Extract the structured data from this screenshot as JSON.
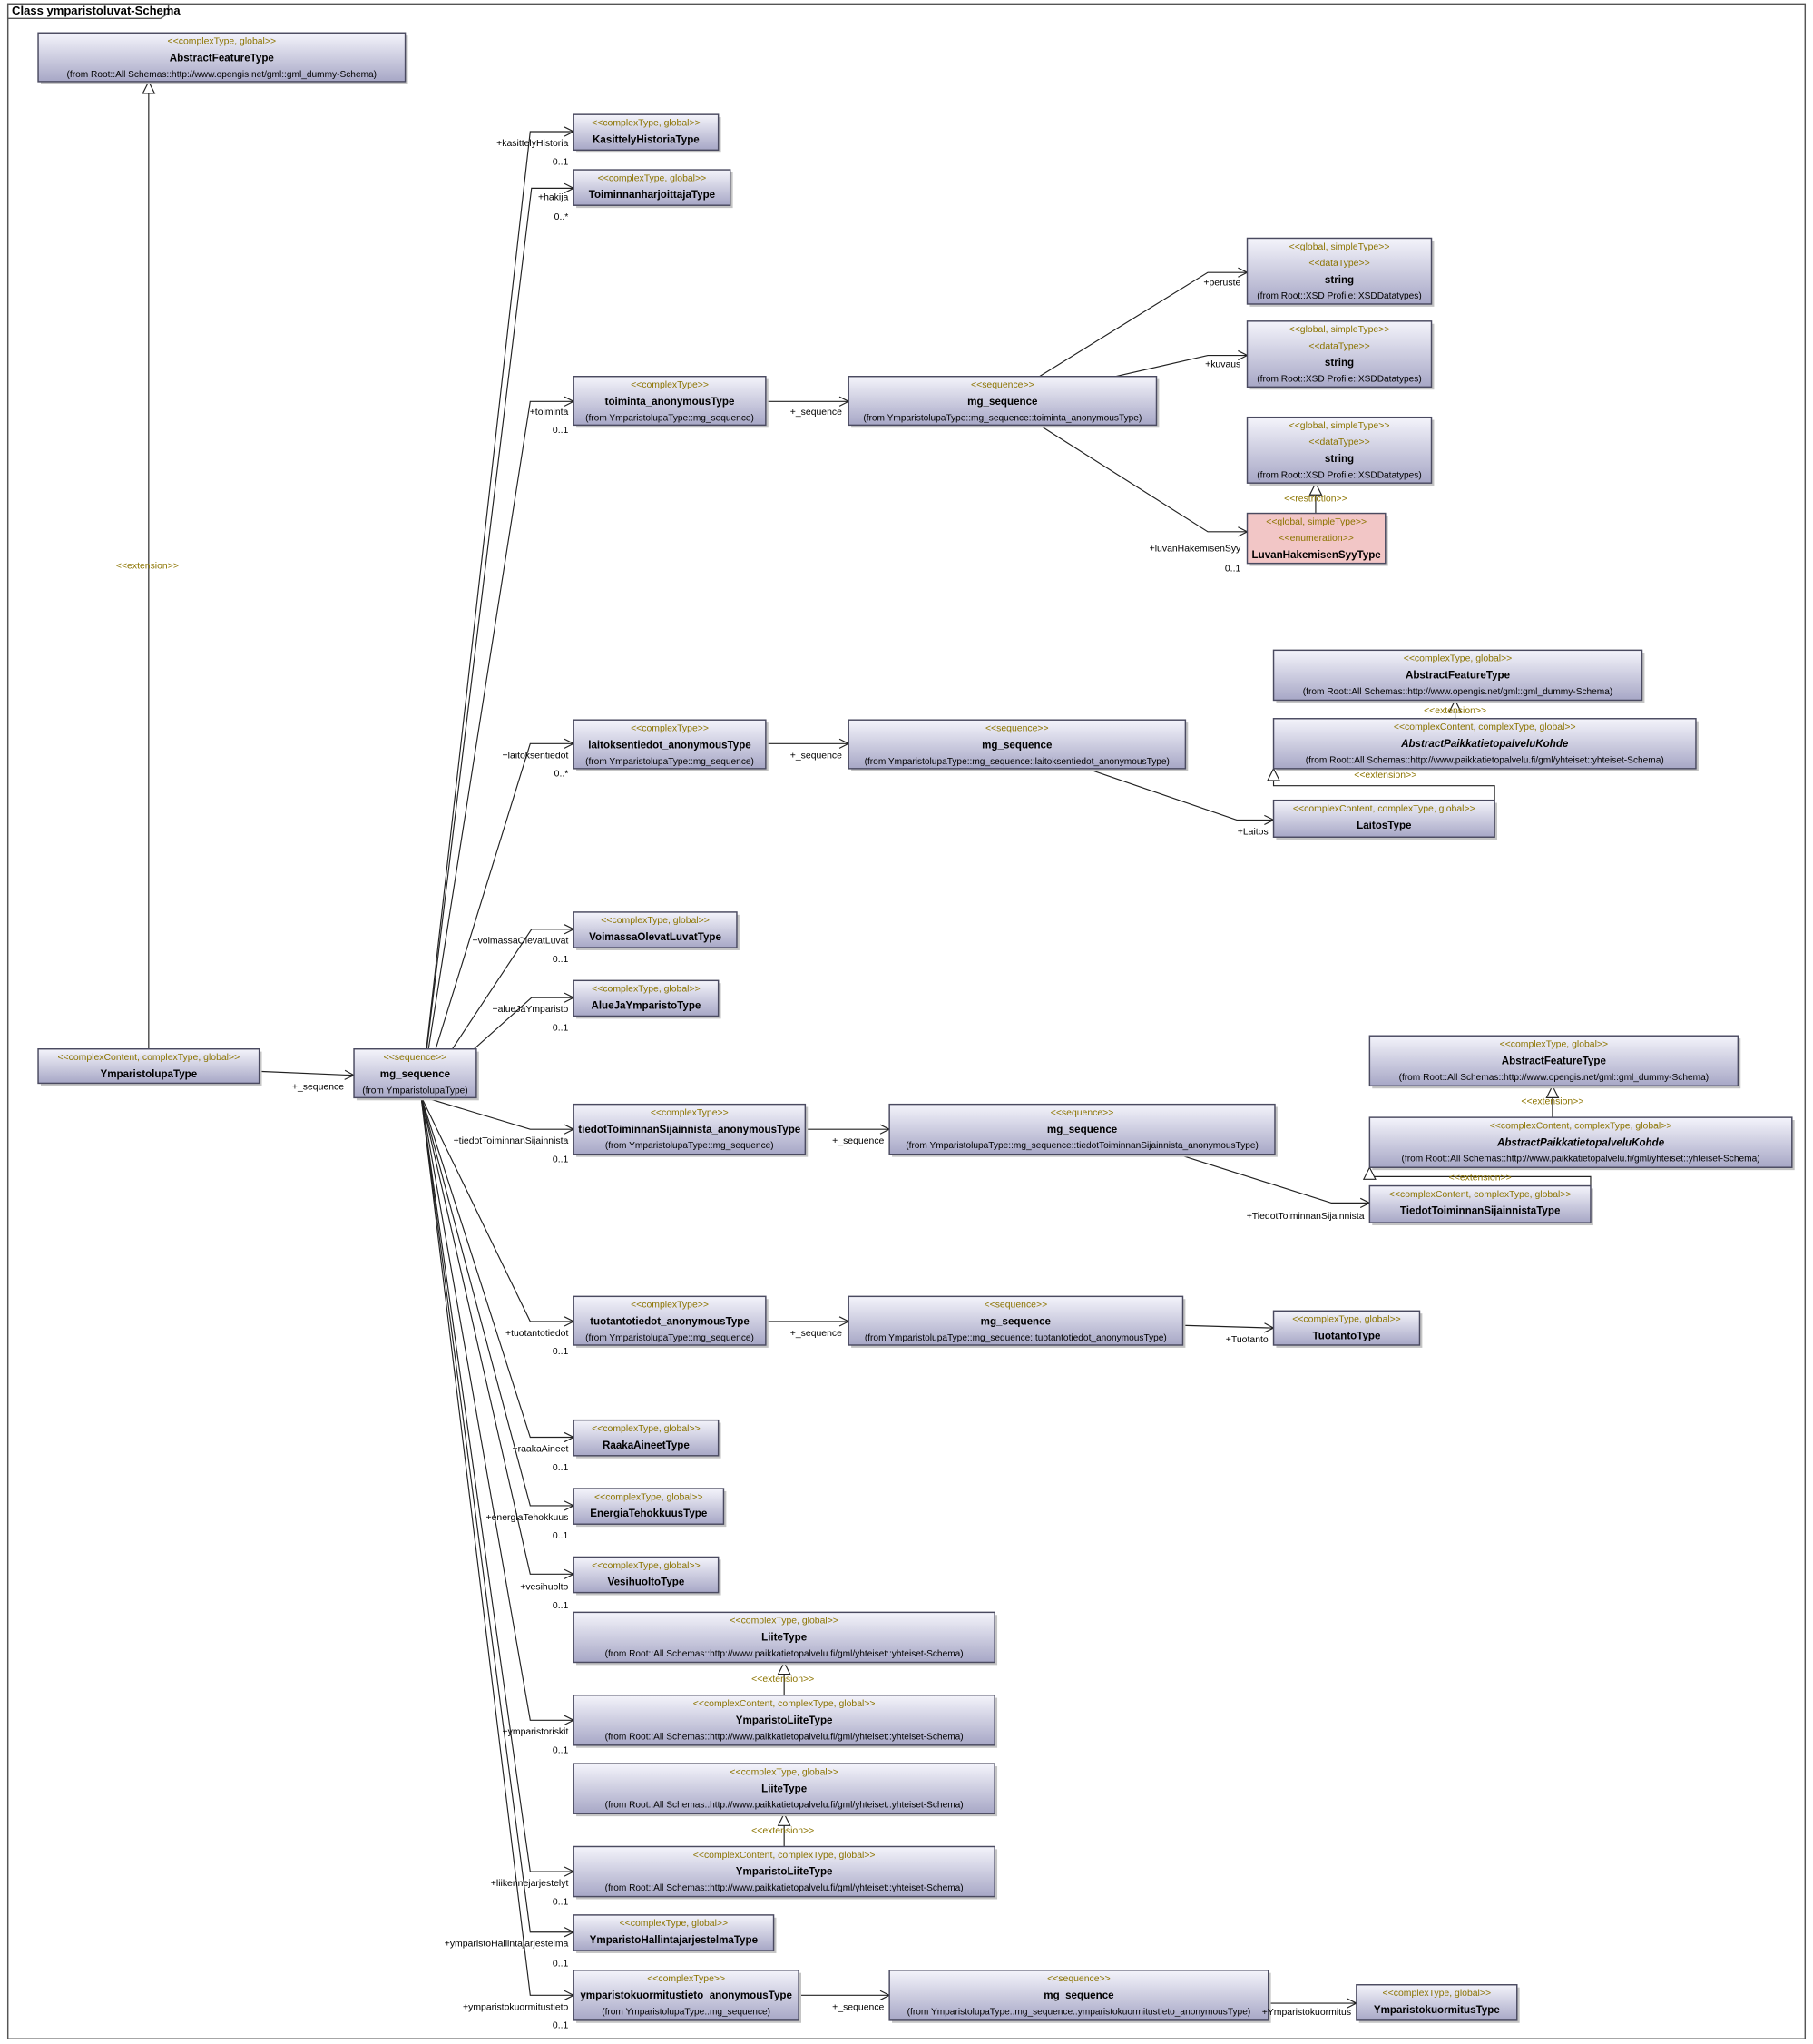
{
  "frame_title": "Class ymparistoluvat-Schema",
  "colors": {
    "box_top": "#f4f4fb",
    "box_bottom": "#a7a7c6",
    "enum_fill": "#f2c6c6",
    "stereo": "#8c7400"
  },
  "classes": [
    {
      "id": "aft_top",
      "stereo": [
        "<<complexType, global>>"
      ],
      "name": "AbstractFeatureType",
      "from": "(from Root::All Schemas::http://www.opengis.net/gml::gml_dummy-Schema)"
    },
    {
      "id": "ypl",
      "stereo": [
        "<<complexContent, complexType, global>>"
      ],
      "name": "YmparistolupaType",
      "from": ""
    },
    {
      "id": "mg_root",
      "stereo": [
        "<<sequence>>"
      ],
      "name": "mg_sequence",
      "from": "(from YmparistolupaType)"
    },
    {
      "id": "kht",
      "stereo": [
        "<<complexType, global>>"
      ],
      "name": "KasittelyHistoriaType",
      "from": ""
    },
    {
      "id": "tht",
      "stereo": [
        "<<complexType, global>>"
      ],
      "name": "ToiminnanharjoittajaType",
      "from": ""
    },
    {
      "id": "toim",
      "stereo": [
        "<<complexType>>"
      ],
      "name": "toiminta_anonymousType",
      "from": "(from YmparistolupaType::mg_sequence)"
    },
    {
      "id": "mg_toim",
      "stereo": [
        "<<sequence>>"
      ],
      "name": "mg_sequence",
      "from": "(from YmparistolupaType::mg_sequence::toiminta_anonymousType)"
    },
    {
      "id": "str1",
      "stereo": [
        "<<global, simpleType>>",
        "<<dataType>>"
      ],
      "name": "string",
      "from": "(from Root::XSD Profile::XSDDatatypes)"
    },
    {
      "id": "str2",
      "stereo": [
        "<<global, simpleType>>",
        "<<dataType>>"
      ],
      "name": "string",
      "from": "(from Root::XSD Profile::XSDDatatypes)"
    },
    {
      "id": "str3",
      "stereo": [
        "<<global, simpleType>>",
        "<<dataType>>"
      ],
      "name": "string",
      "from": "(from Root::XSD Profile::XSDDatatypes)"
    },
    {
      "id": "lhs",
      "stereo": [
        "<<global, simpleType>>",
        "<<enumeration>>"
      ],
      "name": "LuvanHakemisenSyyType",
      "from": "",
      "enum": true
    },
    {
      "id": "lait",
      "stereo": [
        "<<complexType>>"
      ],
      "name": "laitoksentiedot_anonymousType",
      "from": "(from YmparistolupaType::mg_sequence)"
    },
    {
      "id": "mg_lait",
      "stereo": [
        "<<sequence>>"
      ],
      "name": "mg_sequence",
      "from": "(from YmparistolupaType::mg_sequence::laitoksentiedot_anonymousType)"
    },
    {
      "id": "aft_2",
      "stereo": [
        "<<complexType, global>>"
      ],
      "name": "AbstractFeatureType",
      "from": "(from Root::All Schemas::http://www.opengis.net/gml::gml_dummy-Schema)"
    },
    {
      "id": "apk_1",
      "stereo": [
        "<<complexContent, complexType, global>>"
      ],
      "name": "AbstractPaikkatietopalveluKohde",
      "from": "(from Root::All Schemas::http://www.paikkatietopalvelu.fi/gml/yhteiset::yhteiset-Schema)",
      "abstract": true
    },
    {
      "id": "laitos",
      "stereo": [
        "<<complexContent, complexType, global>>"
      ],
      "name": "LaitosType",
      "from": ""
    },
    {
      "id": "vol",
      "stereo": [
        "<<complexType, global>>"
      ],
      "name": "VoimassaOlevatLuvatType",
      "from": ""
    },
    {
      "id": "ajy",
      "stereo": [
        "<<complexType, global>>"
      ],
      "name": "AlueJaYmparistoType",
      "from": ""
    },
    {
      "id": "tts",
      "stereo": [
        "<<complexType>>"
      ],
      "name": "tiedotToiminnanSijainnista_anonymousType",
      "from": "(from YmparistolupaType::mg_sequence)"
    },
    {
      "id": "mg_tts",
      "stereo": [
        "<<sequence>>"
      ],
      "name": "mg_sequence",
      "from": "(from YmparistolupaType::mg_sequence::tiedotToiminnanSijainnista_anonymousType)"
    },
    {
      "id": "aft_3",
      "stereo": [
        "<<complexType, global>>"
      ],
      "name": "AbstractFeatureType",
      "from": "(from Root::All Schemas::http://www.opengis.net/gml::gml_dummy-Schema)"
    },
    {
      "id": "apk_2",
      "stereo": [
        "<<complexContent, complexType, global>>"
      ],
      "name": "AbstractPaikkatietopalveluKohde",
      "from": "(from Root::All Schemas::http://www.paikkatietopalvelu.fi/gml/yhteiset::yhteiset-Schema)",
      "abstract": true
    },
    {
      "id": "ttst",
      "stereo": [
        "<<complexContent, complexType, global>>"
      ],
      "name": "TiedotToiminnanSijainnistaType",
      "from": ""
    },
    {
      "id": "tuot",
      "stereo": [
        "<<complexType>>"
      ],
      "name": "tuotantotiedot_anonymousType",
      "from": "(from YmparistolupaType::mg_sequence)"
    },
    {
      "id": "mg_tuot",
      "stereo": [
        "<<sequence>>"
      ],
      "name": "mg_sequence",
      "from": "(from YmparistolupaType::mg_sequence::tuotantotiedot_anonymousType)"
    },
    {
      "id": "tuotanto",
      "stereo": [
        "<<complexType, global>>"
      ],
      "name": "TuotantoType",
      "from": ""
    },
    {
      "id": "raaka",
      "stereo": [
        "<<complexType, global>>"
      ],
      "name": "RaakaAineetType",
      "from": ""
    },
    {
      "id": "ener",
      "stereo": [
        "<<complexType, global>>"
      ],
      "name": "EnergiaTehokkuusType",
      "from": ""
    },
    {
      "id": "vesi",
      "stereo": [
        "<<complexType, global>>"
      ],
      "name": "VesihuoltoType",
      "from": ""
    },
    {
      "id": "liite_1",
      "stereo": [
        "<<complexType, global>>"
      ],
      "name": "LiiteType",
      "from": "(from Root::All Schemas::http://www.paikkatietopalvelu.fi/gml/yhteiset::yhteiset-Schema)"
    },
    {
      "id": "yliite_1",
      "stereo": [
        "<<complexContent, complexType, global>>"
      ],
      "name": "YmparistoLiiteType",
      "from": "(from Root::All Schemas::http://www.paikkatietopalvelu.fi/gml/yhteiset::yhteiset-Schema)"
    },
    {
      "id": "liite_2",
      "stereo": [
        "<<complexType, global>>"
      ],
      "name": "LiiteType",
      "from": "(from Root::All Schemas::http://www.paikkatietopalvelu.fi/gml/yhteiset::yhteiset-Schema)"
    },
    {
      "id": "yliite_2",
      "stereo": [
        "<<complexContent, complexType, global>>"
      ],
      "name": "YmparistoLiiteType",
      "from": "(from Root::All Schemas::http://www.paikkatietopalvelu.fi/gml/yhteiset::yhteiset-Schema)"
    },
    {
      "id": "yhjt",
      "stereo": [
        "<<complexType, global>>"
      ],
      "name": "YmparistoHallintajarjestelmaType",
      "from": ""
    },
    {
      "id": "ykt",
      "stereo": [
        "<<complexType>>"
      ],
      "name": "ymparistokuormitustieto_anonymousType",
      "from": "(from YmparistolupaType::mg_sequence)"
    },
    {
      "id": "mg_ykt",
      "stereo": [
        "<<sequence>>"
      ],
      "name": "mg_sequence",
      "from": "(from YmparistolupaType::mg_sequence::ymparistokuormitustieto_anonymousType)"
    },
    {
      "id": "ykuorm",
      "stereo": [
        "<<complexType, global>>"
      ],
      "name": "YmparistokuormitusType",
      "from": ""
    }
  ],
  "edges": [
    {
      "id": "e_ext_ypl",
      "from": "ypl",
      "to": "aft_top",
      "kind": "generalization",
      "label": "<<extension>>"
    },
    {
      "id": "e_seq_root",
      "from": "ypl",
      "to": "mg_root",
      "kind": "association",
      "role": "+_sequence",
      "mult": ""
    },
    {
      "id": "e_kht",
      "from": "mg_root",
      "to": "kht",
      "kind": "association",
      "role": "+kasittelyHistoria",
      "mult": "0..1"
    },
    {
      "id": "e_tht",
      "from": "mg_root",
      "to": "tht",
      "kind": "association",
      "role": "+hakija",
      "mult": "0..*"
    },
    {
      "id": "e_toim",
      "from": "mg_root",
      "to": "toim",
      "kind": "association",
      "role": "+toiminta",
      "mult": "0..1"
    },
    {
      "id": "e_toim_seq",
      "from": "toim",
      "to": "mg_toim",
      "kind": "association",
      "role": "+_sequence",
      "mult": ""
    },
    {
      "id": "e_peruste",
      "from": "mg_toim",
      "to": "str1",
      "kind": "association",
      "role": "+peruste",
      "mult": ""
    },
    {
      "id": "e_kuvaus",
      "from": "mg_toim",
      "to": "str2",
      "kind": "association",
      "role": "+kuvaus",
      "mult": ""
    },
    {
      "id": "e_lhs",
      "from": "mg_toim",
      "to": "lhs",
      "kind": "association",
      "role": "+luvanHakemisenSyy",
      "mult": "0..1"
    },
    {
      "id": "e_restr",
      "from": "lhs",
      "to": "str3",
      "kind": "generalization",
      "label": "<<restriction>>"
    },
    {
      "id": "e_lait",
      "from": "mg_root",
      "to": "lait",
      "kind": "association",
      "role": "+laitoksentiedot",
      "mult": "0..*"
    },
    {
      "id": "e_lait_seq",
      "from": "lait",
      "to": "mg_lait",
      "kind": "association",
      "role": "+_sequence",
      "mult": ""
    },
    {
      "id": "e_laitos",
      "from": "mg_lait",
      "to": "laitos",
      "kind": "association",
      "role": "+Laitos",
      "mult": ""
    },
    {
      "id": "e_ext_apk1",
      "from": "apk_1",
      "to": "aft_2",
      "kind": "generalization",
      "label": "<<extension>>"
    },
    {
      "id": "e_ext_laitos",
      "from": "laitos",
      "to": "apk_1",
      "kind": "generalization",
      "label": "<<extension>>"
    },
    {
      "id": "e_vol",
      "from": "mg_root",
      "to": "vol",
      "kind": "association",
      "role": "+voimassaOlevatLuvat",
      "mult": "0..1"
    },
    {
      "id": "e_ajy",
      "from": "mg_root",
      "to": "ajy",
      "kind": "association",
      "role": "+alueJaYmparisto",
      "mult": "0..1"
    },
    {
      "id": "e_tts",
      "from": "mg_root",
      "to": "tts",
      "kind": "association",
      "role": "+tiedotToiminnanSijainnista",
      "mult": "0..1"
    },
    {
      "id": "e_tts_seq",
      "from": "tts",
      "to": "mg_tts",
      "kind": "association",
      "role": "+_sequence",
      "mult": ""
    },
    {
      "id": "e_ttst",
      "from": "mg_tts",
      "to": "ttst",
      "kind": "association",
      "role": "+TiedotToiminnanSijainnista",
      "mult": ""
    },
    {
      "id": "e_ext_apk2",
      "from": "apk_2",
      "to": "aft_3",
      "kind": "generalization",
      "label": "<<extension>>"
    },
    {
      "id": "e_ext_ttst",
      "from": "ttst",
      "to": "apk_2",
      "kind": "generalization",
      "label": "<<extension>>"
    },
    {
      "id": "e_tuot",
      "from": "mg_root",
      "to": "tuot",
      "kind": "association",
      "role": "+tuotantotiedot",
      "mult": "0..1"
    },
    {
      "id": "e_tuot_seq",
      "from": "tuot",
      "to": "mg_tuot",
      "kind": "association",
      "role": "+_sequence",
      "mult": ""
    },
    {
      "id": "e_tuotanto",
      "from": "mg_tuot",
      "to": "tuotanto",
      "kind": "association",
      "role": "+Tuotanto",
      "mult": ""
    },
    {
      "id": "e_raaka",
      "from": "mg_root",
      "to": "raaka",
      "kind": "association",
      "role": "+raakaAineet",
      "mult": "0..1"
    },
    {
      "id": "e_ener",
      "from": "mg_root",
      "to": "ener",
      "kind": "association",
      "role": "+energiaTehokkuus",
      "mult": "0..1"
    },
    {
      "id": "e_vesi",
      "from": "mg_root",
      "to": "vesi",
      "kind": "association",
      "role": "+vesihuolto",
      "mult": "0..1"
    },
    {
      "id": "e_yliite1",
      "from": "mg_root",
      "to": "yliite_1",
      "kind": "association",
      "role": "+ymparistoriskit",
      "mult": "0..1"
    },
    {
      "id": "e_ext_yl1",
      "from": "yliite_1",
      "to": "liite_1",
      "kind": "generalization",
      "label": "<<extension>>"
    },
    {
      "id": "e_yliite2",
      "from": "mg_root",
      "to": "yliite_2",
      "kind": "association",
      "role": "+liikennejarjestelyt",
      "mult": "0..1"
    },
    {
      "id": "e_ext_yl2",
      "from": "yliite_2",
      "to": "liite_2",
      "kind": "generalization",
      "label": "<<extension>>"
    },
    {
      "id": "e_yhjt",
      "from": "mg_root",
      "to": "yhjt",
      "kind": "association",
      "role": "+ymparistoHallintajarjestelma",
      "mult": "0..1"
    },
    {
      "id": "e_ykt",
      "from": "mg_root",
      "to": "ykt",
      "kind": "association",
      "role": "+ymparistokuormitustieto",
      "mult": "0..1"
    },
    {
      "id": "e_ykt_seq",
      "from": "ykt",
      "to": "mg_ykt",
      "kind": "association",
      "role": "+_sequence",
      "mult": ""
    },
    {
      "id": "e_ykuorm",
      "from": "mg_ykt",
      "to": "ykuorm",
      "kind": "association",
      "role": "+Ymparistokuormitus",
      "mult": ""
    }
  ]
}
